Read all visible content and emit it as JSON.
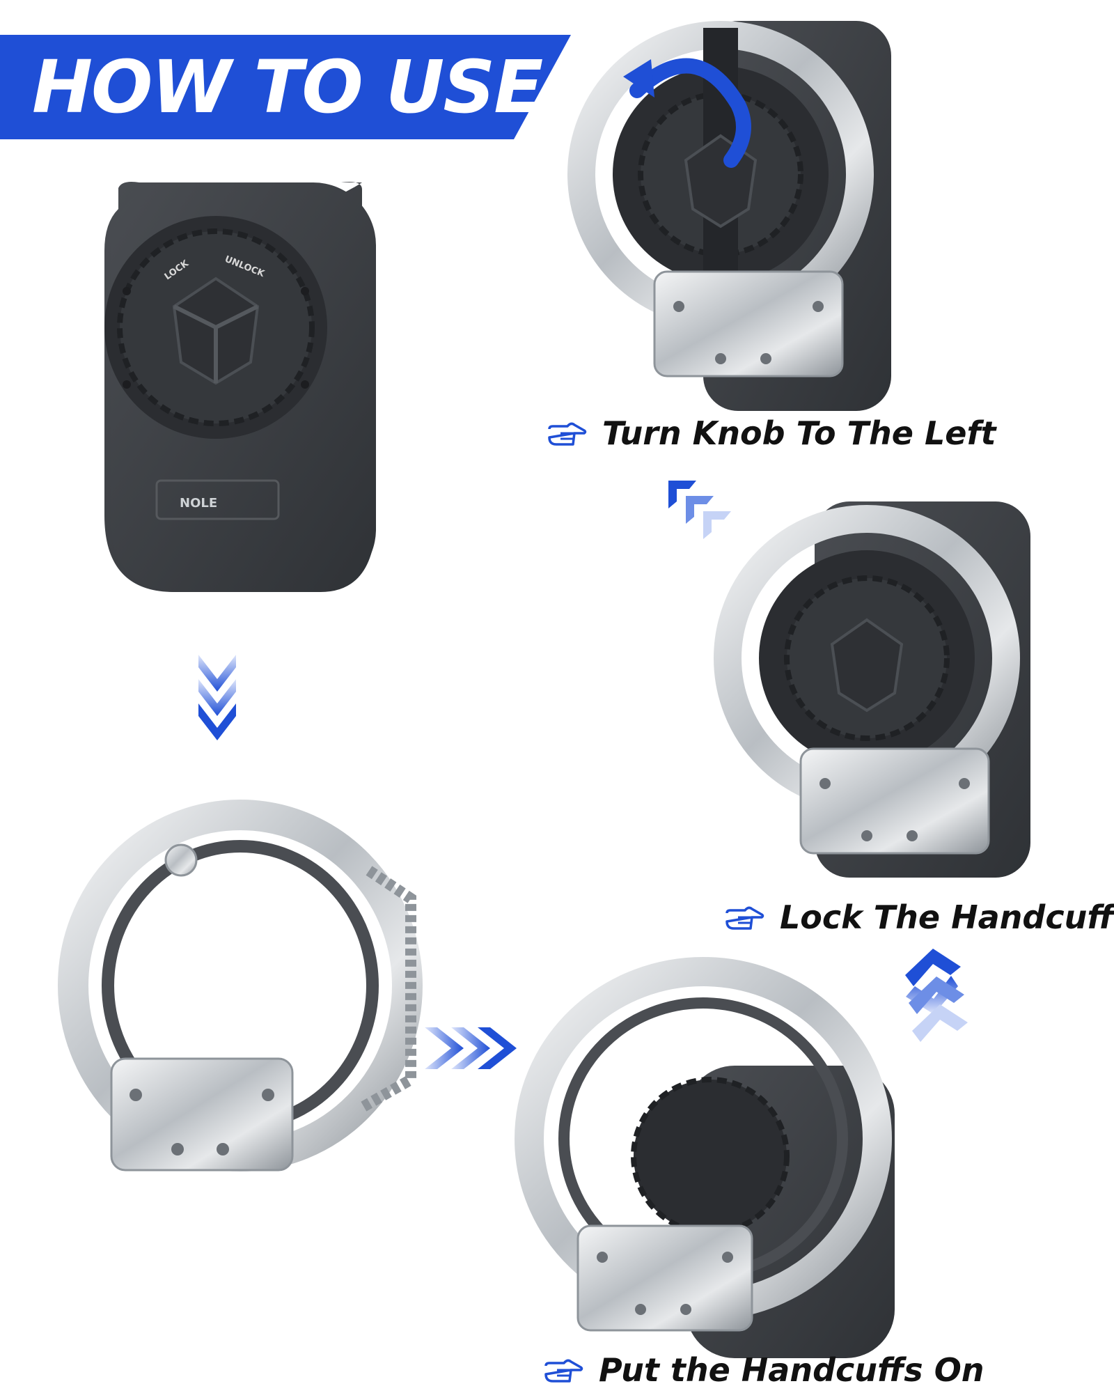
{
  "banner": {
    "title": "HOW TO USE"
  },
  "product": {
    "knob_lock": "LOCK",
    "knob_unlock": "UNLOCK",
    "stamp": "NOLE"
  },
  "steps": [
    {
      "label": "Put the Handcuffs On",
      "icon": "pointing-hand-icon"
    },
    {
      "label": "Lock The Handcuffs",
      "icon": "pointing-hand-icon"
    },
    {
      "label": "Turn Knob To The Left",
      "icon": "pointing-hand-icon"
    }
  ],
  "colors": {
    "accent": "#1f4fd6",
    "holster": "#3a3d42",
    "steel": "#c9cdd1"
  }
}
